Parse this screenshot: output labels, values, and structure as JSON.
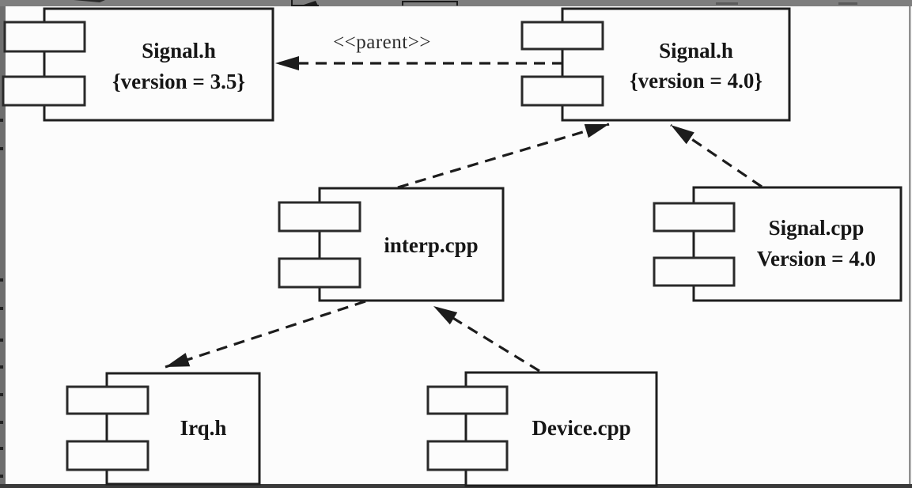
{
  "diagram": {
    "kind": "uml-component-diagram",
    "components": [
      {
        "id": "signal-h-v35",
        "line1": "Signal.h",
        "line2": "{version = 3.5}"
      },
      {
        "id": "signal-h-v40",
        "line1": "Signal.h",
        "line2": "{version = 4.0}"
      },
      {
        "id": "interp-cpp",
        "line1": "interp.cpp"
      },
      {
        "id": "signal-cpp",
        "line1": "Signal.cpp",
        "line2": "Version = 4.0"
      },
      {
        "id": "irq-h",
        "line1": "Irq.h"
      },
      {
        "id": "device-cpp",
        "line1": "Device.cpp"
      }
    ],
    "dependencies": [
      {
        "from": "Signal.h {version = 4.0}",
        "to": "Signal.h {version = 3.5}",
        "label": "<<parent>>",
        "style": "dashed-arrow"
      },
      {
        "from": "interp.cpp",
        "to": "Signal.h {version = 4.0}",
        "style": "dashed-arrow"
      },
      {
        "from": "Signal.cpp",
        "to": "Signal.h {version = 4.0}",
        "style": "dashed-arrow"
      },
      {
        "from": "interp.cpp",
        "to": "Irq.h",
        "style": "dashed-arrow"
      },
      {
        "from": "Device.cpp",
        "to": "interp.cpp",
        "style": "dashed-arrow"
      }
    ],
    "colors": {
      "ink": "#1c1c1c",
      "background": "#fcfcfc",
      "frame_top": "#7e7e7e",
      "frame_left": "#6e6e6e",
      "frame_bottom": "#3a3a3a",
      "frame_right": "#8f8f8f"
    }
  }
}
